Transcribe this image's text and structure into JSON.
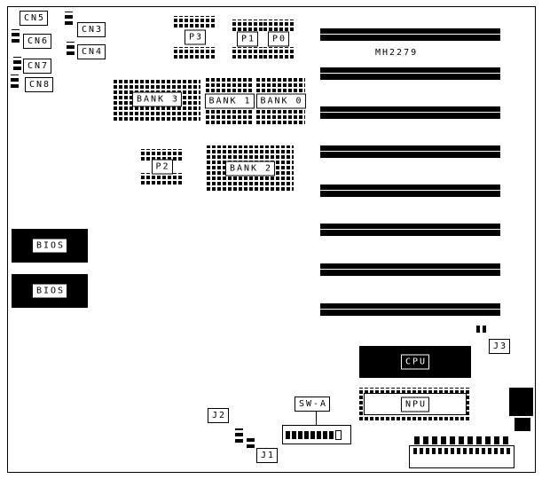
{
  "board": {
    "model": "MH2279",
    "connectors": {
      "cn3": "CN3",
      "cn4": "CN4",
      "cn5": "CN5",
      "cn6": "CN6",
      "cn7": "CN7",
      "cn8": "CN8",
      "j1": "J1",
      "j2": "J2",
      "j3": "J3"
    },
    "chips": {
      "p0": "P0",
      "p1": "P1",
      "p2": "P2",
      "p3": "P3"
    },
    "memory": {
      "bank0": "BANK 0",
      "bank1": "BANK 1",
      "bank2": "BANK 2",
      "bank3": "BANK 3"
    },
    "rom": {
      "bios1": "BIOS",
      "bios2": "BIOS"
    },
    "processors": {
      "cpu": "CPU",
      "npu": "NPU"
    },
    "switches": {
      "swa": "SW-A"
    },
    "colors": {
      "ink": "#000000",
      "paper": "#ffffff"
    }
  }
}
